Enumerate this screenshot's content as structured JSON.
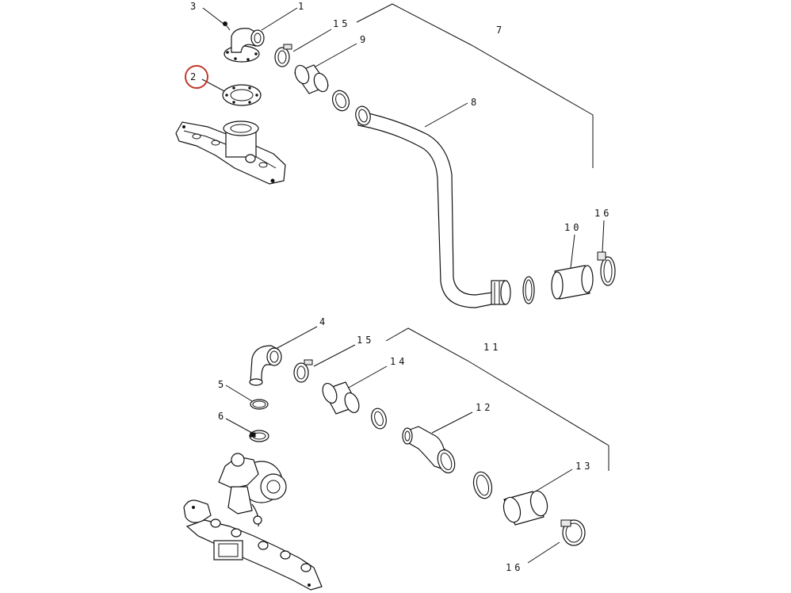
{
  "figure": {
    "callouts": [
      {
        "id": "c1",
        "text": "1"
      },
      {
        "id": "c2",
        "text": "2"
      },
      {
        "id": "c3",
        "text": "3"
      },
      {
        "id": "c4",
        "text": "4"
      },
      {
        "id": "c5",
        "text": "5"
      },
      {
        "id": "c6",
        "text": "6"
      },
      {
        "id": "c7",
        "text": "7"
      },
      {
        "id": "c8",
        "text": "8"
      },
      {
        "id": "c9",
        "text": "9"
      },
      {
        "id": "c10",
        "text": "10"
      },
      {
        "id": "c11",
        "text": "11"
      },
      {
        "id": "c12",
        "text": "12"
      },
      {
        "id": "c13",
        "text": "13"
      },
      {
        "id": "c14",
        "text": "14"
      },
      {
        "id": "c15a",
        "text": "15"
      },
      {
        "id": "c15b",
        "text": "15"
      },
      {
        "id": "c16a",
        "text": "16"
      },
      {
        "id": "c16b",
        "text": "16"
      }
    ],
    "highlighted_callout": "2",
    "colors": {
      "line": "#111111",
      "highlight": "#c0392b",
      "background": "#ffffff"
    }
  }
}
